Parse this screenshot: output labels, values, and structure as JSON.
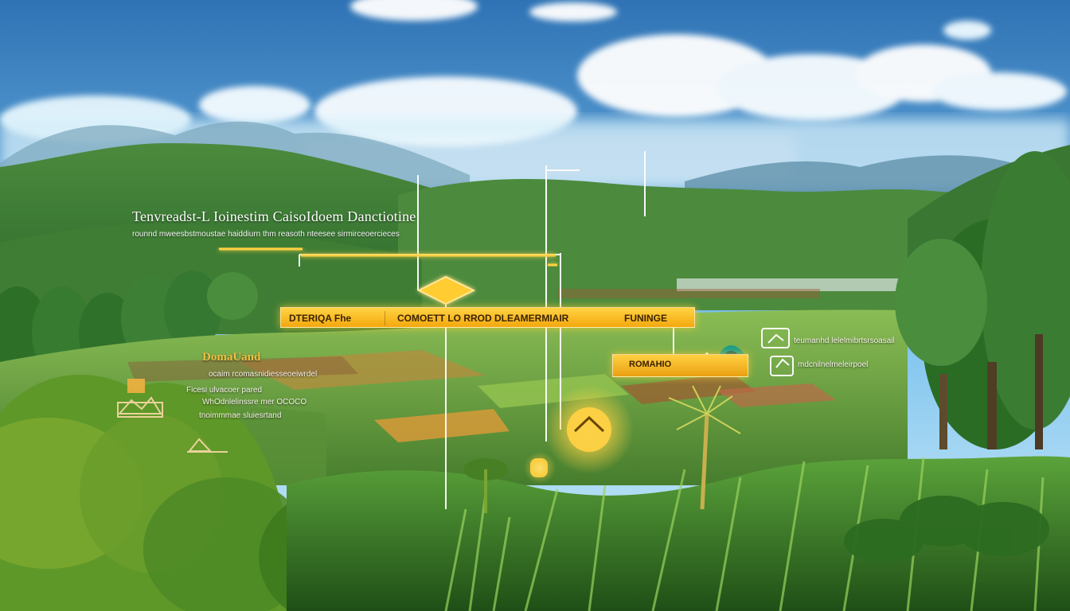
{
  "overlay": {
    "title": "Tenvreadst-L Ioinestim CaisoIdoem Danctiotine",
    "subtitle": "rounnd mweesbstmoustae haiddiurn thm reasoth nteesee sirmirceoercieces",
    "main_bar": {
      "left": "DTERIQA Fhe",
      "middle": "COMOETT LO RROD DLEAMERMIAIR",
      "right": "FUNINGE"
    },
    "secondary_bar": {
      "label": "ROMAHIO"
    },
    "left_panel": {
      "title": "DomaUand",
      "lines": [
        "ocaim rcomasnidiesseoeiwrdel",
        "Ficesi ulvacoer pared",
        "WhOdnlelinssre mer OCOCO",
        "tnoimmmae sluiesrtand"
      ]
    },
    "right_panel": {
      "lines": [
        "teumanhd lelelmibrtsrsoasail",
        "mdcnilnelmeleirpoel"
      ]
    }
  },
  "palette": {
    "sky_top": "#2f73b5",
    "sky_mid": "#7fc4ee",
    "mist": "#d5eef9",
    "hills": "#3b7a38",
    "field_bright": "#79b33d",
    "foreground": "#275f17",
    "gold": "#ffd143",
    "gold_dark": "#ea9f12",
    "white": "#ffffff"
  },
  "icons": {
    "title_underline": "line-connector-icon",
    "left_icon_1": "letter-e-icon",
    "left_icon_2": "mountain-badge-icon",
    "left_icon_3": "house-badge-icon",
    "right_icon_1": "document-card-icon",
    "right_icon_2": "chart-card-icon",
    "secondary_icon": "dome-status-icon",
    "marker": "triangle-marker-icon",
    "bulb": "glowing-bulb-icon"
  }
}
